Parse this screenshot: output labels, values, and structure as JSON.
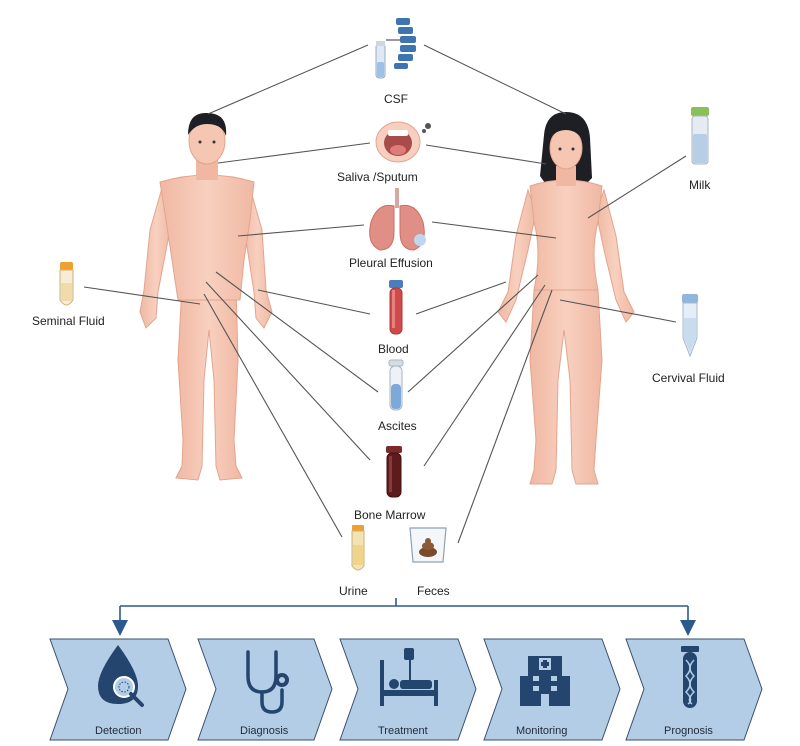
{
  "samples": {
    "csf": "CSF",
    "saliva": "Saliva /Sputum",
    "pleural": "Pleural Effusion",
    "blood": "Blood",
    "ascites": "Ascites",
    "bone_marrow": "Bone Marrow",
    "urine": "Urine",
    "feces": "Feces",
    "milk": "Milk",
    "seminal": "Seminal Fluid",
    "cervical": "Cervival Fluid"
  },
  "steps": [
    {
      "label": "Detection",
      "icon": "magnifier-drop-icon"
    },
    {
      "label": "Diagnosis",
      "icon": "stethoscope-icon"
    },
    {
      "label": "Treatment",
      "icon": "hospital-bed-icon"
    },
    {
      "label": "Monitoring",
      "icon": "hospital-building-icon"
    },
    {
      "label": "Prognosis",
      "icon": "dna-tube-icon"
    }
  ],
  "colors": {
    "skin": "#f5c6b2",
    "skin_shadow": "#e8ad97",
    "hair": "#1d1f24",
    "line": "#555555",
    "step_fill": "#b4cde6",
    "step_stroke": "#3a4f6b",
    "icon": "#23456e",
    "arrow": "#2c5a8f"
  }
}
